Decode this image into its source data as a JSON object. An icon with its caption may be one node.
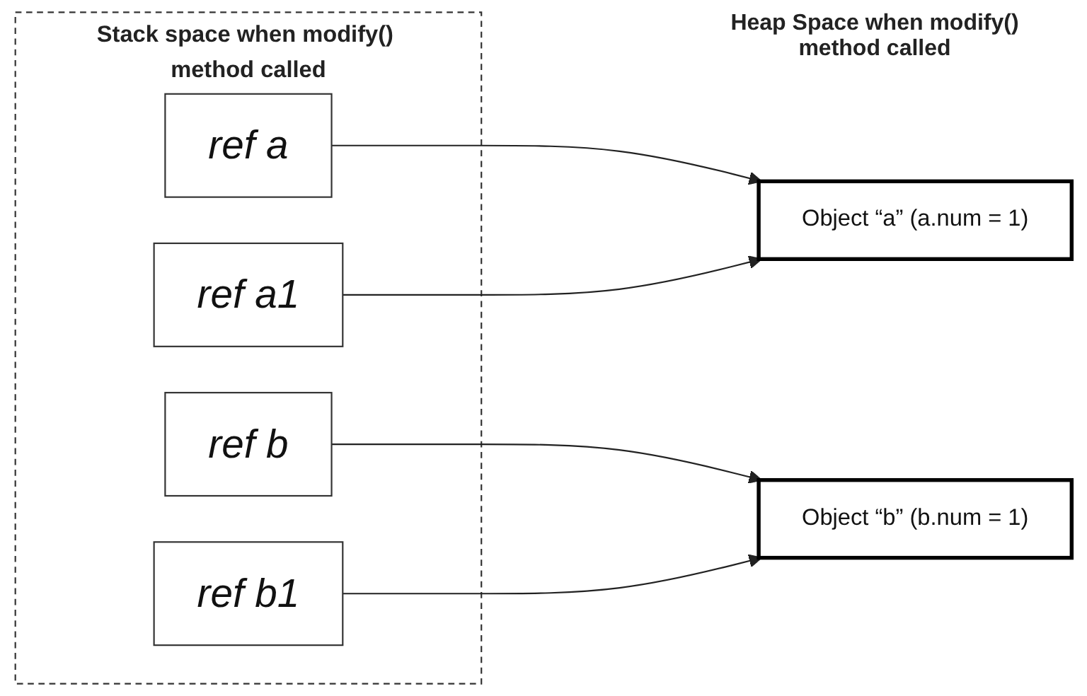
{
  "diagram": {
    "nodes": [
      {
        "text": [
          "Stack space when modify() method called"
        ]
      },
      {
        "text": [
          "ref a"
        ],
        "in": 0
      },
      {
        "text": [
          "ref a1"
        ],
        "in": 0
      },
      {
        "text": [
          "ref b"
        ],
        "in": 0
      },
      {
        "text": [
          "ref b1"
        ],
        "in": 0
      },
      {
        "text": [
          "Object “a” (a.num = 1)"
        ]
      },
      {
        "text": [
          "Object “b” (b.num = 1)"
        ]
      }
    ],
    "edges": [
      {
        "from": 1,
        "to": 5,
        "arrow": "to"
      },
      {
        "from": 2,
        "to": 5,
        "arrow": "to"
      },
      {
        "from": 3,
        "to": 6,
        "arrow": "to"
      },
      {
        "from": 4,
        "to": 6,
        "arrow": "to"
      }
    ],
    "labels": [
      "Heap Space when modify() method called"
    ]
  }
}
